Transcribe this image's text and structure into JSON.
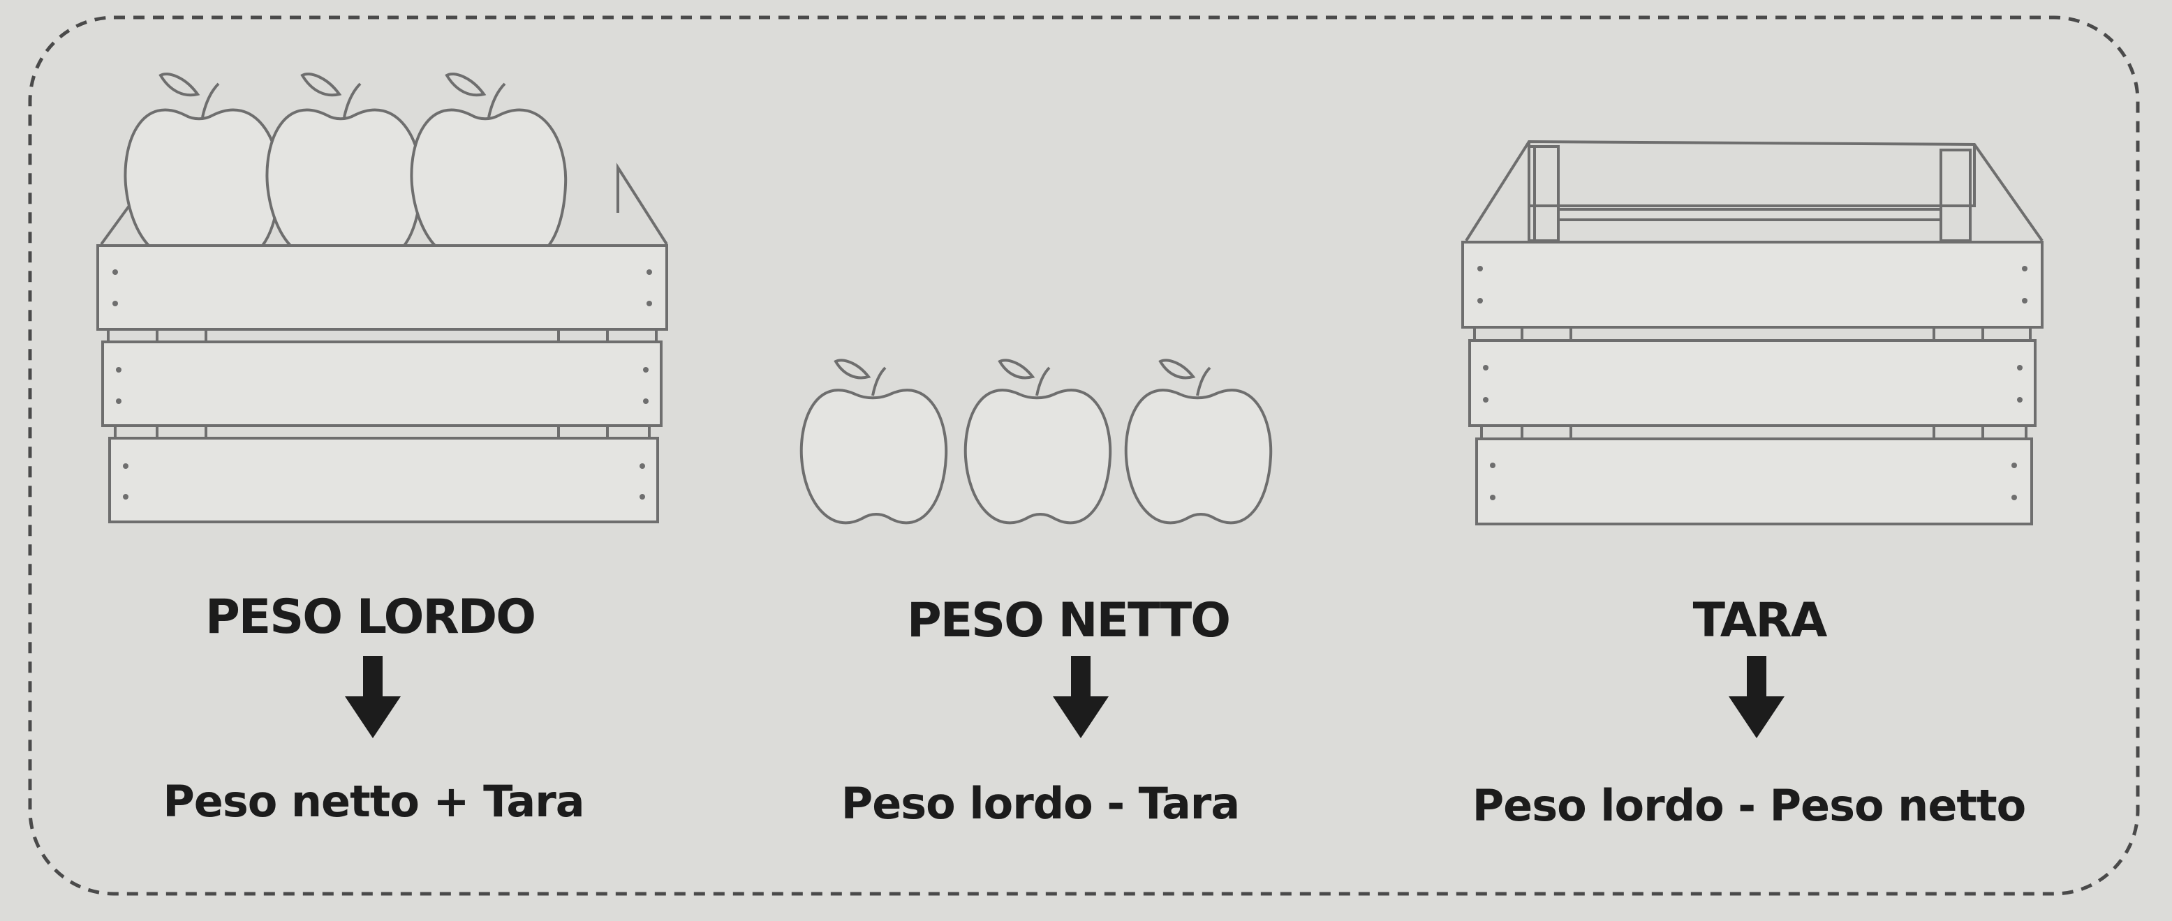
{
  "colors": {
    "background": "#dcdcd9",
    "ink": "#1c1c1c",
    "outline": "#6e6e6e"
  },
  "columns": [
    {
      "title": "PESO LORDO",
      "formula": "Peso netto + Tara",
      "illustration": "crate-with-apples"
    },
    {
      "title": "PESO NETTO",
      "formula": "Peso lordo - Tara",
      "illustration": "apples"
    },
    {
      "title": "TARA",
      "formula": "Peso lordo - Peso netto",
      "illustration": "empty-crate"
    }
  ]
}
